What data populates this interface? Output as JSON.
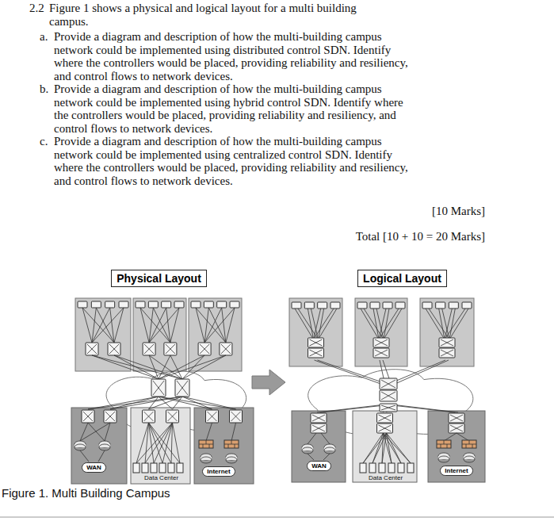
{
  "diagram": {
    "caption": "Figure 1. Multi Building Campus",
    "nodes": [
      {
        "text": [
          "Physical Layout"
        ]
      },
      {
        "text": [
          "Logical Layout"
        ]
      },
      {
        "text": [
          "WAN"
        ]
      },
      {
        "text": [
          "Internet"
        ]
      },
      {
        "text": [
          "WAN"
        ]
      },
      {
        "text": [
          "Internet"
        ]
      }
    ],
    "labels": [
      "2.2",
      "Figure 1 shows a physical and logical layout for a multi building campus.",
      "a.",
      "Provide a diagram and description of how the multi-building campus network could be implemented using distributed control SDN. Identify where the controllers would be placed, providing reliability and resiliency, and control flows to network devices.",
      "b.",
      "Provide a diagram and description of how the multi-building campus network could be implemented using hybrid control SDN. Identify where the controllers would be placed, providing reliability and resiliency, and control flows to network devices.",
      "c.",
      "Provide a diagram and description of how the multi-building campus network could be implemented using centralized control SDN. Identify where the controllers would be placed, providing reliability and resiliency, and control flows to network devices.",
      "[10 Marks]",
      "Total [10 + 10 = 20 Marks]",
      "Data Center",
      "Data Center"
    ]
  }
}
